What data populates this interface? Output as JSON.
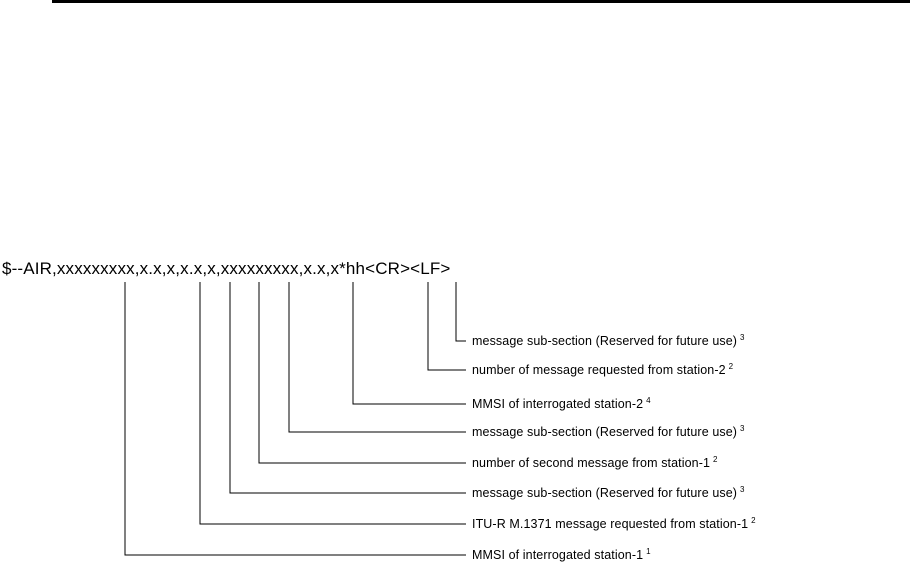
{
  "sentence": "$--AIR,xxxxxxxxx,x.x,x,x.x,x,xxxxxxxxx,x.x,x*hh<CR><LF>",
  "fields": [
    {
      "text": "message sub-section (Reserved for future use)",
      "note": "3"
    },
    {
      "text": "number of message requested from station-2",
      "note": "2"
    },
    {
      "text": "MMSI of interrogated station-2",
      "note": "4"
    },
    {
      "text": "message sub-section (Reserved for future use)",
      "note": "3"
    },
    {
      "text": "number of second message from station-1",
      "note": "2"
    },
    {
      "text": "message sub-section (Reserved for future use)",
      "note": "3"
    },
    {
      "text": "ITU-R M.1371 message requested from station-1",
      "note": "2"
    },
    {
      "text": "MMSI of interrogated station-1",
      "note": "1"
    }
  ]
}
